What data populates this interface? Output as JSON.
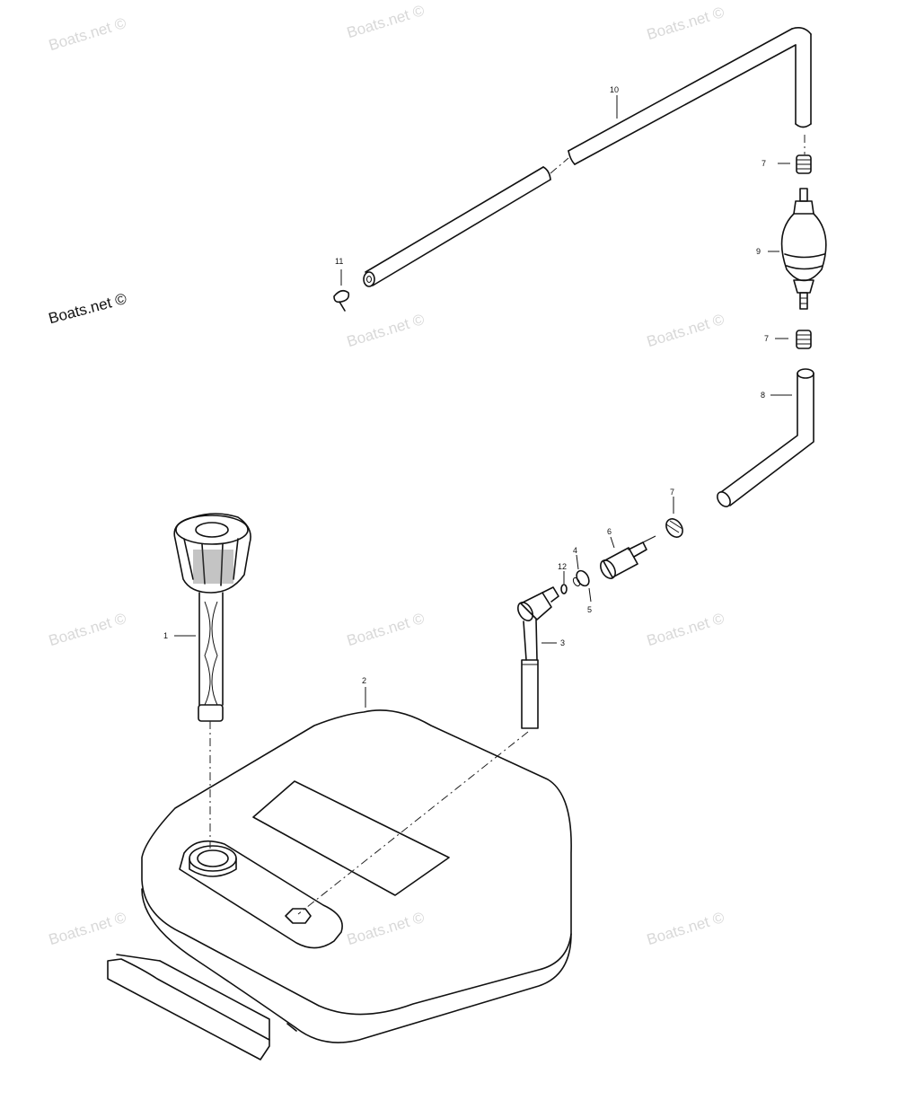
{
  "watermark": {
    "text": "Boats.net ©"
  },
  "credit": {
    "text": "Boats.net ©"
  },
  "parts": {
    "p1": "1",
    "p2": "2",
    "p3": "3",
    "p4": "4",
    "p5": "5",
    "p6": "6",
    "p7a": "7",
    "p7b": "7",
    "p7c": "7",
    "p8": "8",
    "p9": "9",
    "p10": "10",
    "p11": "11",
    "p12": "12"
  },
  "colors": {
    "ink": "#111111",
    "watermark": "#d8d8d8",
    "background": "#ffffff"
  }
}
